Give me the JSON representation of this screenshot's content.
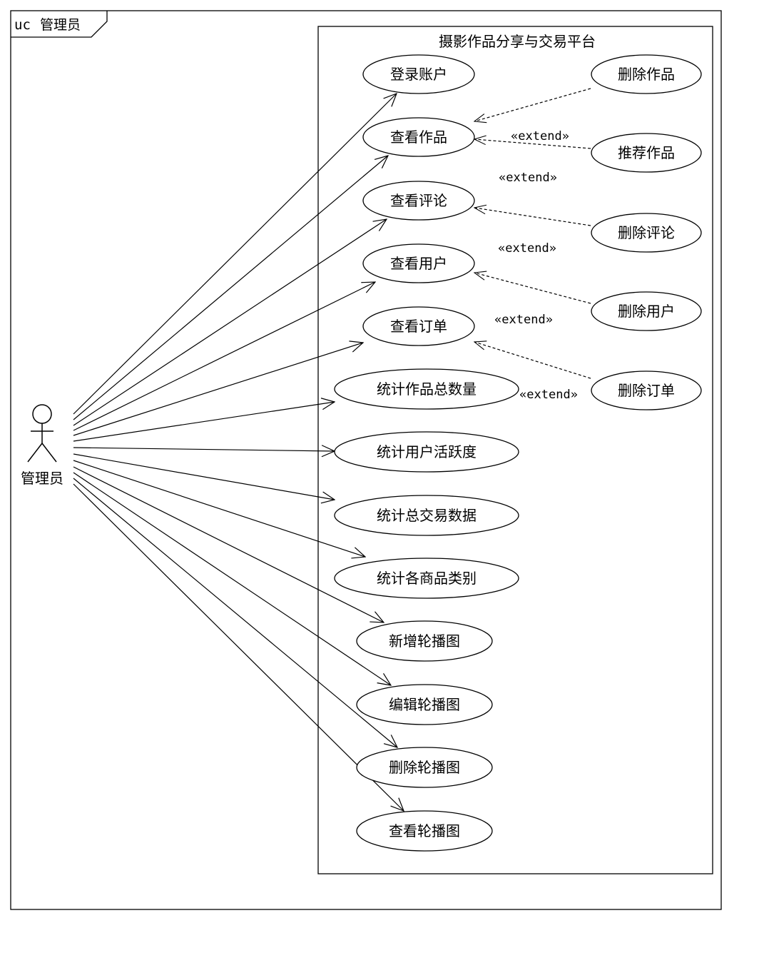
{
  "frame": {
    "keyword": "uc",
    "name": "管理员"
  },
  "system": {
    "title": "摄影作品分享与交易平台"
  },
  "actor": {
    "name": "管理员"
  },
  "use_cases": {
    "login": "登录账户",
    "view_works": "查看作品",
    "view_comments": "查看评论",
    "view_users": "查看用户",
    "view_orders": "查看订单",
    "stat_works": "统计作品总数量",
    "stat_activity": "统计用户活跃度",
    "stat_trade": "统计总交易数据",
    "stat_category": "统计各商品类别",
    "add_banner": "新增轮播图",
    "edit_banner": "编辑轮播图",
    "delete_banner": "删除轮播图",
    "view_banner": "查看轮播图",
    "delete_work": "删除作品",
    "recommend_work": "推荐作品",
    "delete_comment": "删除评论",
    "delete_user": "删除用户",
    "delete_order": "删除订单"
  },
  "stereotypes": {
    "extend_1": "«extend»",
    "extend_2": "«extend»",
    "extend_3": "«extend»",
    "extend_4": "«extend»",
    "extend_5": "«extend»"
  }
}
